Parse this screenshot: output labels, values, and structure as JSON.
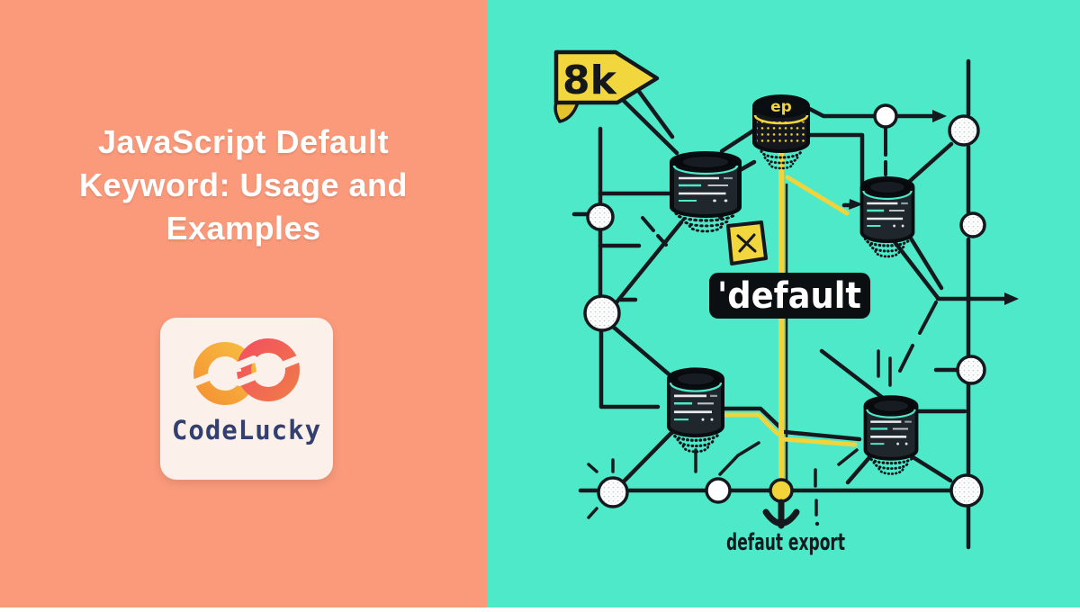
{
  "left_panel": {
    "background": "#FA9A7B",
    "title_lines": [
      "JavaScript Default",
      "Keyword: Usage and",
      "Examples"
    ],
    "title_color": "#FFFFFF",
    "logo_card": {
      "background": "#FCF1EA",
      "brand": "CodeLucky",
      "brand_color": "#33406F",
      "infinity_left_color": "#F5A438",
      "infinity_right_color": "#F2535D"
    }
  },
  "right_panel": {
    "background": "#4DE9C9",
    "ink_color": "#15191D",
    "accent_yellow": "#F1D33C",
    "badge_8k": {
      "label": "8k"
    },
    "entry_module": {
      "label": "ep"
    },
    "default_box": {
      "label": "'default",
      "background": "#0C0F12",
      "text_color": "#FFFFFF"
    },
    "caption": {
      "label": "defaut export"
    }
  }
}
